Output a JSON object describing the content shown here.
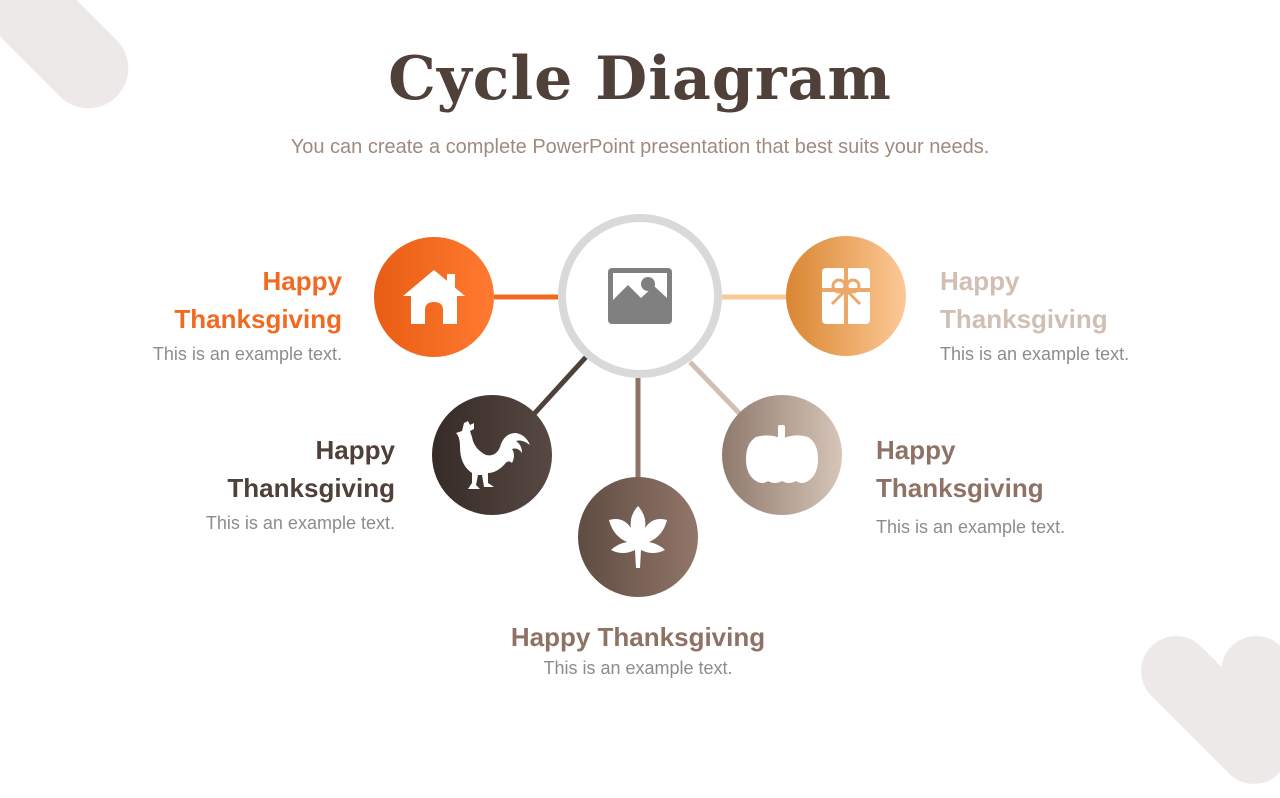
{
  "slide": {
    "title": "Cycle Diagram",
    "subtitle": "You can create a complete PowerPoint presentation that best suits your needs."
  },
  "hub": {
    "icon": "image-placeholder-icon",
    "ring_color": "#d9d9d9",
    "icon_color": "#808080"
  },
  "items": [
    {
      "id": "top-left",
      "icon": "house-icon",
      "heading_line1": "Happy",
      "heading_line2": "Thanksgiving",
      "text": "This is an example text.",
      "color": "#f26a22",
      "gradient": [
        "#e85d14",
        "#ff7a30"
      ],
      "connector_color": "#f26a22"
    },
    {
      "id": "top-right",
      "icon": "gift-icon",
      "heading_line1": "Happy",
      "heading_line2": "Thanksgiving",
      "text": "This is an example text.",
      "color": "#d2bfb3",
      "gradient": [
        "#d98632",
        "#fdc996"
      ],
      "connector_color": "#fbc896"
    },
    {
      "id": "bottom-left",
      "icon": "rooster-icon",
      "heading_line1": "Happy",
      "heading_line2": "Thanksgiving",
      "text": "This is an example text.",
      "color": "#4f4039",
      "gradient": [
        "#362b27",
        "#574842"
      ],
      "connector_color": "#4f4039"
    },
    {
      "id": "bottom-center",
      "icon": "maple-leaf-icon",
      "heading": "Happy Thanksgiving",
      "text": "This is an example text.",
      "color": "#8f7266",
      "gradient": [
        "#5f4c42",
        "#927669"
      ],
      "connector_color": "#8f7266"
    },
    {
      "id": "bottom-right",
      "icon": "pumpkin-icon",
      "heading_line1": "Happy",
      "heading_line2": "Thanksgiving",
      "text": "This is an example text.",
      "color": "#8f7266",
      "gradient": [
        "#8f7a6d",
        "#d6c5b8"
      ],
      "connector_color": "#d2bfb3"
    }
  ],
  "decorations": {
    "shape_color": "#ede9e8"
  }
}
